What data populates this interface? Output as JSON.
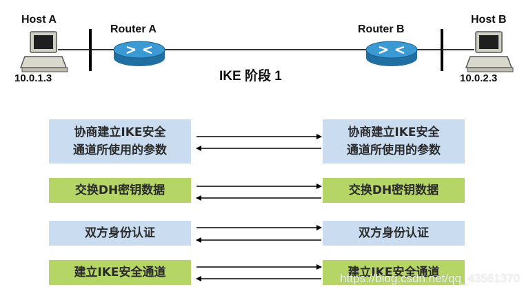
{
  "hosts": {
    "a": {
      "label": "Host A",
      "ip": "10.0.1.3"
    },
    "b": {
      "label": "Host B",
      "ip": "10.0.2.3"
    }
  },
  "routers": {
    "a": {
      "label": "Router A"
    },
    "b": {
      "label": "Router B"
    }
  },
  "phase_label": "IKE 阶段 1",
  "steps": [
    {
      "left": [
        "协商建立IKE安全",
        "通道所使用的参数"
      ],
      "right": [
        "协商建立IKE安全",
        "通道所使用的参数"
      ],
      "color": "blue"
    },
    {
      "left": [
        "交换DH密钥数据"
      ],
      "right": [
        "交换DH密钥数据"
      ],
      "color": "green"
    },
    {
      "left": [
        "双方身份认证"
      ],
      "right": [
        "双方身份认证"
      ],
      "color": "blue"
    },
    {
      "left": [
        "建立IKE安全通道"
      ],
      "right": [
        "建立IKE安全通道"
      ],
      "color": "green"
    }
  ],
  "colors": {
    "blue_box": "#c9dcf0",
    "green_box": "#b5d567",
    "router": "#2f8fc4"
  },
  "watermark": "https://blog.csdn.net/qq_43561370"
}
